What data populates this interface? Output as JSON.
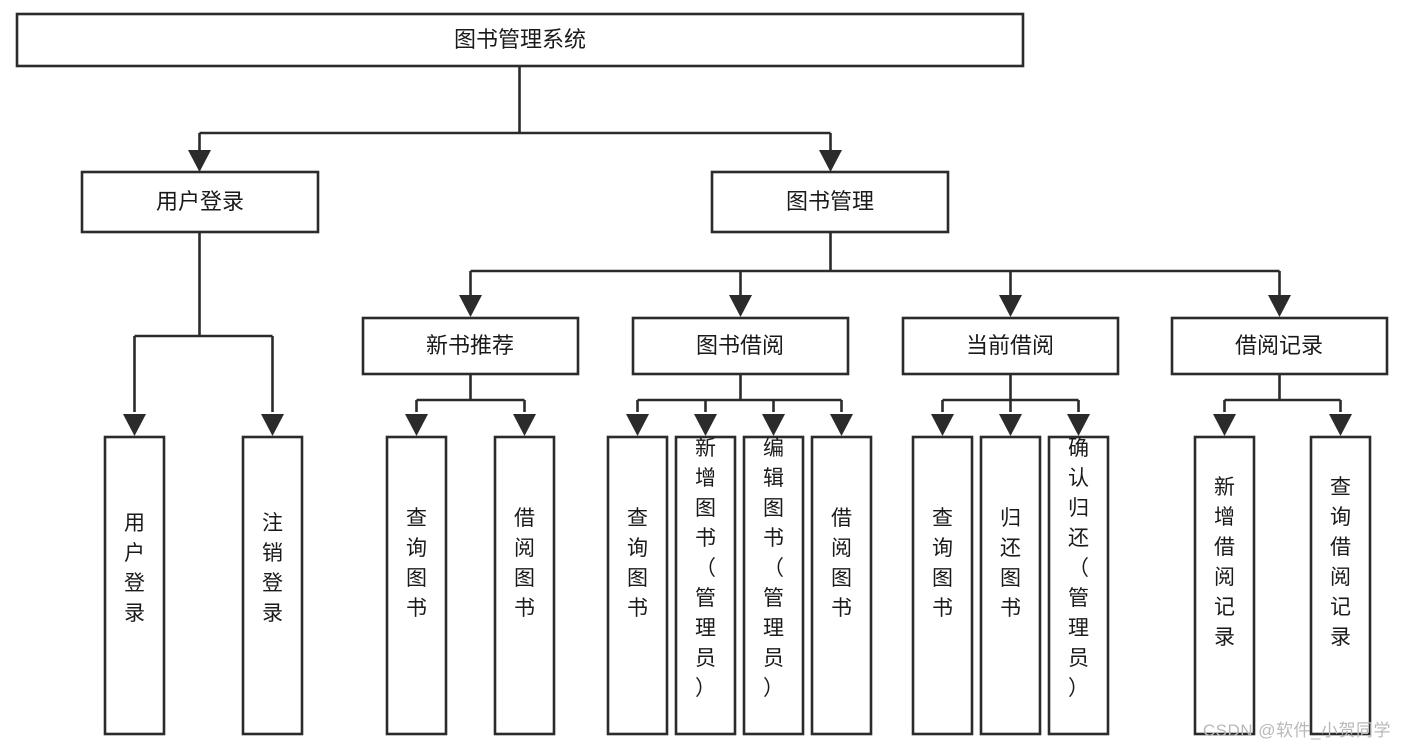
{
  "diagram": {
    "title": "图书管理系统",
    "watermark": "CSDN @软件_小贺同学",
    "line_color": "#2b2b2b",
    "box_fill": "#ffffff",
    "text_color": "#1a1a1a",
    "watermark_color": "#b9b9b9",
    "root": {
      "label": "图书管理系统",
      "orientation": "horizontal"
    },
    "level2": [
      {
        "label": "用户登录",
        "orientation": "horizontal"
      },
      {
        "label": "图书管理",
        "orientation": "horizontal"
      }
    ],
    "level3": [
      {
        "label": "新书推荐",
        "orientation": "horizontal"
      },
      {
        "label": "图书借阅",
        "orientation": "horizontal"
      },
      {
        "label": "当前借阅",
        "orientation": "horizontal"
      },
      {
        "label": "借阅记录",
        "orientation": "horizontal"
      }
    ],
    "leaves": {
      "user_login": [
        {
          "label": "用户登录",
          "orientation": "vertical"
        },
        {
          "label": "注销登录",
          "orientation": "vertical"
        }
      ],
      "new_book_recommend": [
        {
          "label": "查询图书",
          "orientation": "vertical"
        },
        {
          "label": "借阅图书",
          "orientation": "vertical"
        }
      ],
      "book_borrow": [
        {
          "label": "查询图书",
          "orientation": "vertical"
        },
        {
          "label": "新增图书（管理员）",
          "orientation": "vertical"
        },
        {
          "label": "编辑图书（管理员）",
          "orientation": "vertical"
        },
        {
          "label": "借阅图书",
          "orientation": "vertical"
        }
      ],
      "current_borrow": [
        {
          "label": "查询图书",
          "orientation": "vertical"
        },
        {
          "label": "归还图书",
          "orientation": "vertical"
        },
        {
          "label": "确认归还（管理员）",
          "orientation": "vertical"
        }
      ],
      "borrow_record": [
        {
          "label": "新增借阅记录",
          "orientation": "vertical"
        },
        {
          "label": "查询借阅记录",
          "orientation": "vertical"
        }
      ]
    }
  }
}
